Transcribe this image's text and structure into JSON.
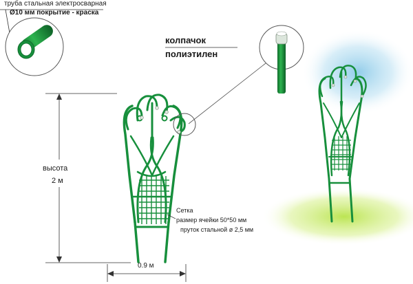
{
  "pipe": {
    "line1": "труба стальная электросварная",
    "line2": "Ø10 мм покрытие - краска"
  },
  "cap": {
    "line1": "колпачок",
    "line2": "полиэтилен"
  },
  "height": {
    "line1": "высота",
    "line2": "2 м"
  },
  "mesh": {
    "line1": "Сетка",
    "line2": "размер ячейки 50*50 мм",
    "line3": "пруток стальной  ø 2,5 мм"
  },
  "width": {
    "label": "0.9 м"
  },
  "colors": {
    "frame": "#178f3c",
    "frame_dark": "#0f6b2b",
    "cap": "#dce6dc",
    "sky": "#7fc4e6",
    "grass": "#b8e34a"
  }
}
